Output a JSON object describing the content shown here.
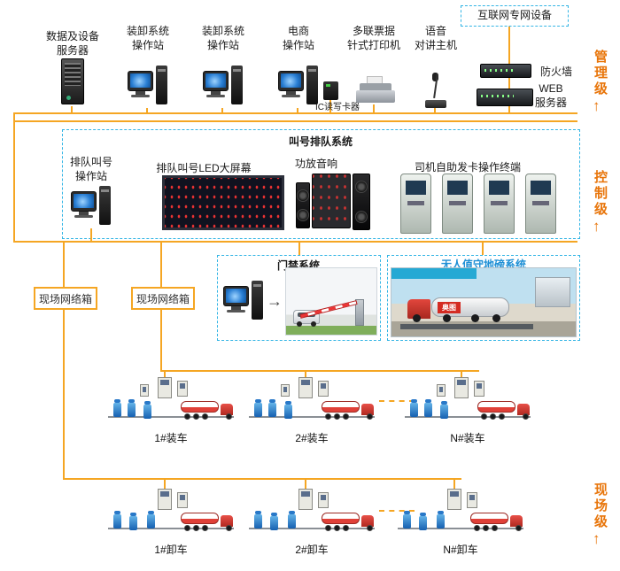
{
  "colors": {
    "bus": "#F5A623",
    "cyan_dashed": "#33B5E5",
    "level_orange": "#E8750A"
  },
  "icons": {
    "up_arrow": "↑",
    "right_arrow": "→"
  },
  "management_level": {
    "level_label": "管理级",
    "labels": {
      "data_server": "数据及设备\n服务器",
      "loading_station_a": "装卸系统\n操作站",
      "loading_station_b": "装卸系统\n操作站",
      "ecommerce_station": "电商\n操作站",
      "printer": "多联票据\n针式打印机",
      "intercom": "语音\n对讲主机",
      "ic_reader": "IC读写卡器",
      "internet_device": "互联网专网设备",
      "firewall": "防火墙",
      "web_server": "WEB\n服务器"
    }
  },
  "control_level": {
    "level_label": "控制级",
    "queue_system": {
      "title": "叫号排队系统",
      "operator_station": "排队叫号\n操作站",
      "led_screen": "排队叫号LED大屏幕",
      "amplifier": "功放音响",
      "kiosk_terminal": "司机自助发卡操作终端"
    },
    "access_control_title": "门禁系统",
    "weighbridge_title": "无人值守地磅系统",
    "weighbridge_logo": "奥图"
  },
  "field_level": {
    "level_label": "现场级",
    "network_box_1": "现场网络箱",
    "network_box_2": "现场网络箱",
    "loading_stations": [
      "1#装车",
      "2#装车",
      "N#装车"
    ],
    "unloading_stations": [
      "1#卸车",
      "2#卸车",
      "N#卸车"
    ]
  }
}
